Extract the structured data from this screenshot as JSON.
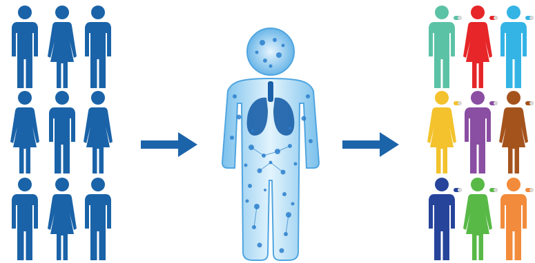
{
  "colors": {
    "background": "#ffffff",
    "population": "#1a63a8",
    "arrow": "#1c64aa",
    "central_figure_light": "#d7eefb",
    "central_figure_dark": "#3a8fd6",
    "organs": "#1b5fa8"
  },
  "population": {
    "figures": [
      "male-figure",
      "female-figure",
      "male-figure",
      "female-figure",
      "male-figure",
      "female-figure",
      "male-figure",
      "female-figure",
      "male-figure"
    ]
  },
  "central_figure": {
    "icon": "human-body-with-lungs-and-cells-icon"
  },
  "arrows": [
    "arrow-right-icon",
    "arrow-right-icon"
  ],
  "personalized": {
    "figures": [
      {
        "gender": "male",
        "color": "#5cc2a6"
      },
      {
        "gender": "female",
        "color": "#e62629"
      },
      {
        "gender": "male",
        "color": "#34b4e5"
      },
      {
        "gender": "female",
        "color": "#f3c22c"
      },
      {
        "gender": "male",
        "color": "#8a4ea2"
      },
      {
        "gender": "female",
        "color": "#a5531d"
      },
      {
        "gender": "male",
        "color": "#27449b"
      },
      {
        "gender": "female",
        "color": "#58b947"
      },
      {
        "gender": "male",
        "color": "#f28b3b"
      }
    ],
    "pill_icon": "pill-capsule-icon"
  }
}
